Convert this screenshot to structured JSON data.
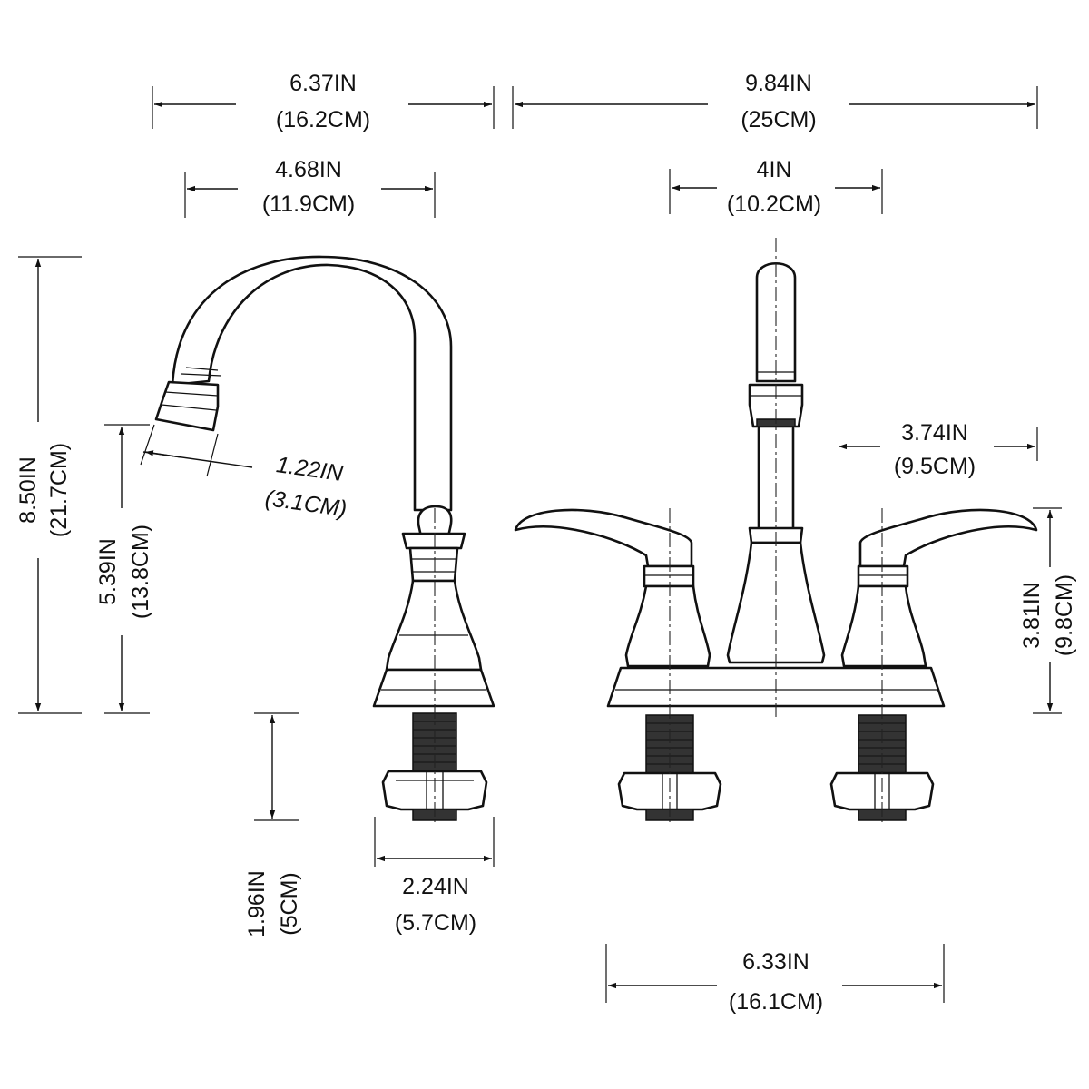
{
  "dimensions": {
    "overall_depth": {
      "value_in": "6.37IN",
      "value_cm": "(16.2CM)"
    },
    "overall_width": {
      "value_in": "9.84IN",
      "value_cm": "(25CM)"
    },
    "spout_reach": {
      "value_in": "4.68IN",
      "value_cm": "(11.9CM)"
    },
    "center_spacing": {
      "value_in": "4IN",
      "value_cm": "(10.2CM)"
    },
    "aerator": {
      "value_in": "1.22IN",
      "value_cm": "(3.1CM)"
    },
    "handle_reach": {
      "value_in": "3.74IN",
      "value_cm": "(9.5CM)"
    },
    "total_height": {
      "value_in": "8.50IN",
      "value_cm": "(21.7CM)"
    },
    "spout_height": {
      "value_in": "5.39IN",
      "value_cm": "(13.8CM)"
    },
    "handle_height": {
      "value_in": "3.81IN",
      "value_cm": "(9.8CM)"
    },
    "shank_length": {
      "value_in": "1.96IN",
      "value_cm": "(5CM)"
    },
    "base_diameter": {
      "value_in": "2.24IN",
      "value_cm": "(5.7CM)"
    },
    "base_width": {
      "value_in": "6.33IN",
      "value_cm": "(16.1CM)"
    }
  },
  "colors": {
    "line": "#111111",
    "background": "#ffffff"
  }
}
